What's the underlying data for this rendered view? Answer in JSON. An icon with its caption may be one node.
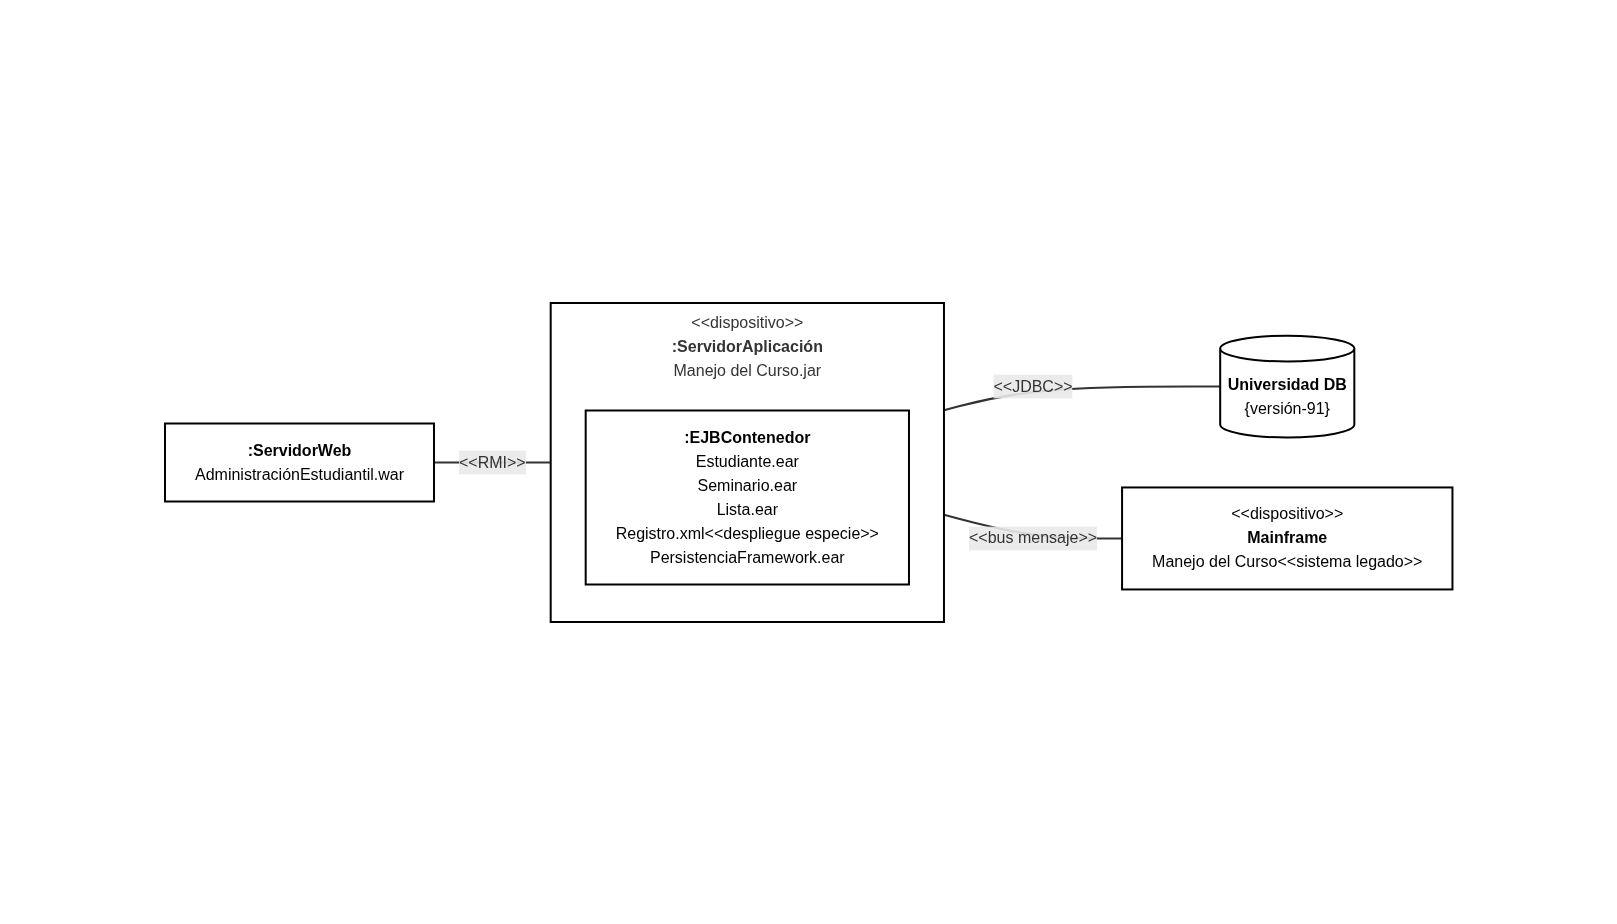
{
  "diagram": {
    "nodes": [
      {
        "text": [
          ":ServidorWeb",
          "AdministraciónEstudiantil.war"
        ]
      },
      {
        "text": [
          "<<dispositivo>>",
          ":ServidorAplicación",
          "Manejo del Curso.jar"
        ]
      },
      {
        "text": [
          ":EJBContenedor",
          "Estudiante.ear",
          "Seminario.ear",
          "Lista.ear",
          "Registro.xml<<despliegue especie>>",
          "PersistenciaFramework.ear"
        ],
        "in": 1
      },
      {
        "text": [
          "Universidad DB",
          "{versión-91}"
        ]
      },
      {
        "text": [
          "<<dispositivo>>",
          "Mainframe",
          "Manejo del Curso<<sistema legado>>"
        ]
      }
    ],
    "edges": [
      {
        "from": 0,
        "to": 1,
        "arrow": "none",
        "label": "<<RMI>>"
      },
      {
        "from": 1,
        "to": 3,
        "arrow": "none",
        "label": "<<JDBC>>"
      },
      {
        "from": 1,
        "to": 4,
        "arrow": "none",
        "label": "<<bus mensaje>>"
      }
    ]
  }
}
